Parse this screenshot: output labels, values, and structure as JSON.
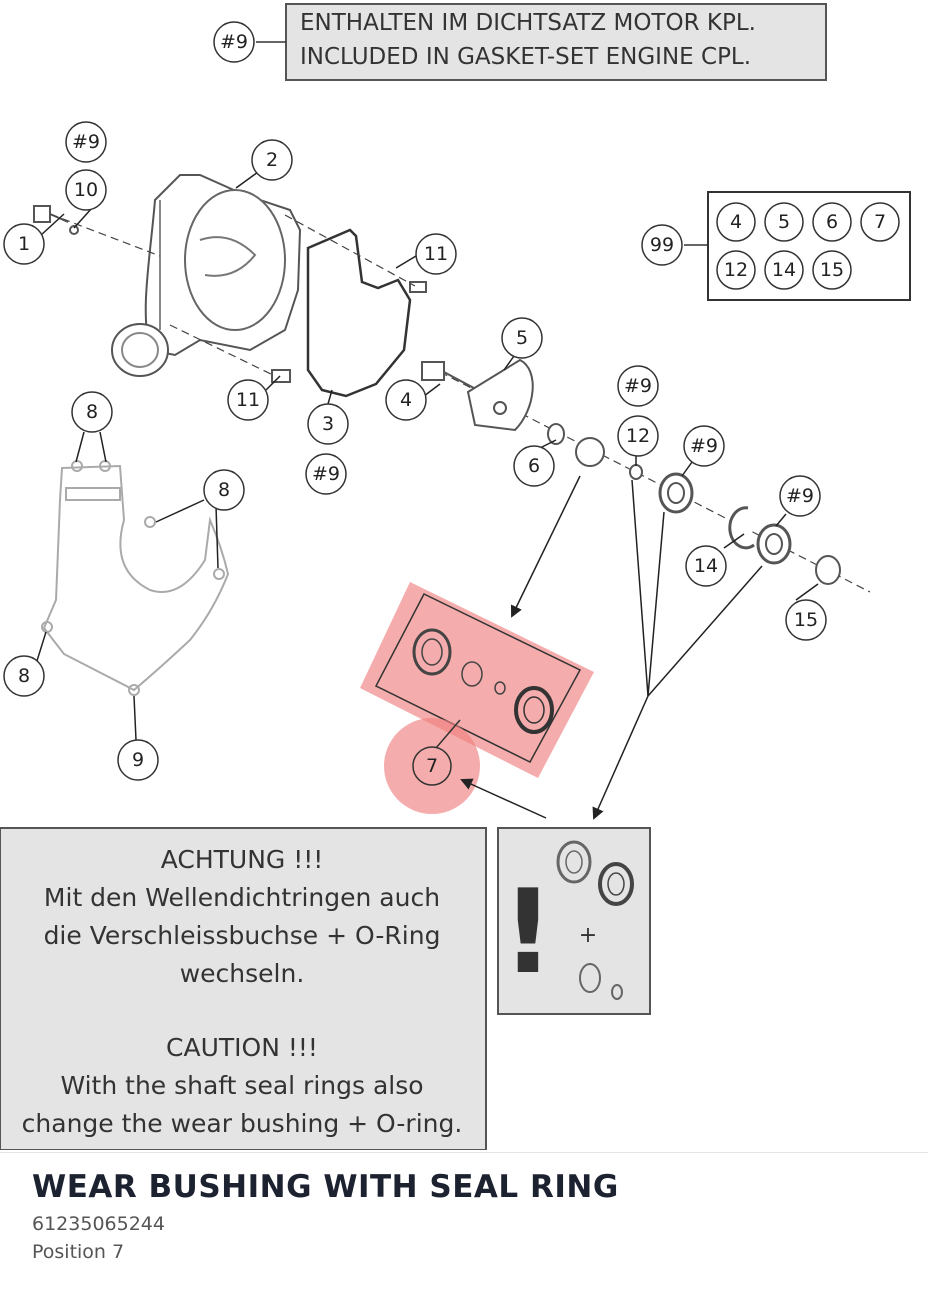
{
  "header_box": {
    "ref": "#9",
    "line1": "ENTHALTEN IM DICHTSATZ MOTOR KPL.",
    "line2": "INCLUDED IN GASKET-SET ENGINE CPL."
  },
  "callouts": {
    "c_9_top": "#9",
    "c_10": "10",
    "c_1": "1",
    "c_2": "2",
    "c_11_a": "11",
    "c_11_b": "11",
    "c_99": "99",
    "c_kit_4": "4",
    "c_kit_5": "5",
    "c_kit_6": "6",
    "c_kit_7": "7",
    "c_kit_12": "12",
    "c_kit_14": "14",
    "c_kit_15": "15",
    "c_5": "5",
    "c_4": "4",
    "c_3": "3",
    "c_9_gasket": "#9",
    "c_6": "6",
    "c_9_oring": "#9",
    "c_12": "12",
    "c_9_seal1": "#9",
    "c_9_seal2": "#9",
    "c_14": "14",
    "c_15": "15",
    "c_8_top": "8",
    "c_8_right": "8",
    "c_8_left": "8",
    "c_9_cover": "9",
    "c_7": "7"
  },
  "caution_box": {
    "de_title": "ACHTUNG !!!",
    "de_line1": "Mit den Wellendichtringen auch",
    "de_line2": "die Verschleissbuchse + O-Ring",
    "de_line3": "wechseln.",
    "en_title": "CAUTION !!!",
    "en_line1": "With the shaft seal rings also",
    "en_line2": "change the wear bushing + O-ring."
  },
  "warning_box": {
    "mark": "!",
    "plus": "+"
  },
  "product": {
    "title": "WEAR BUSHING WITH SEAL RING",
    "number": "61235065244",
    "position": "Position 7"
  },
  "colors": {
    "highlight": "#f08080",
    "title": "#1c2230",
    "meta": "#555555",
    "box_fill": "#e4e4e4",
    "line": "#333333"
  }
}
